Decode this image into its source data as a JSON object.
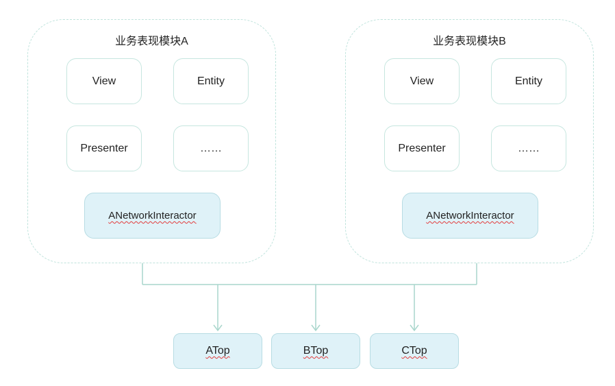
{
  "modules": [
    {
      "title": "业务表现模块A",
      "boxes": [
        "View",
        "Entity",
        "Presenter",
        "……"
      ],
      "interactor": "ANetworkInteractor"
    },
    {
      "title": "业务表现模块B",
      "boxes": [
        "View",
        "Entity",
        "Presenter",
        "……"
      ],
      "interactor": "ANetworkInteractor"
    }
  ],
  "targets": [
    "ATop",
    "BTop",
    "CTop"
  ],
  "colors": {
    "module_border": "#bfe3dc",
    "box_border": "#c6e6df",
    "highlight_fill": "#dff2f8",
    "connector": "#a9d6cc",
    "spellcheck_underline": "#e23b3b"
  }
}
